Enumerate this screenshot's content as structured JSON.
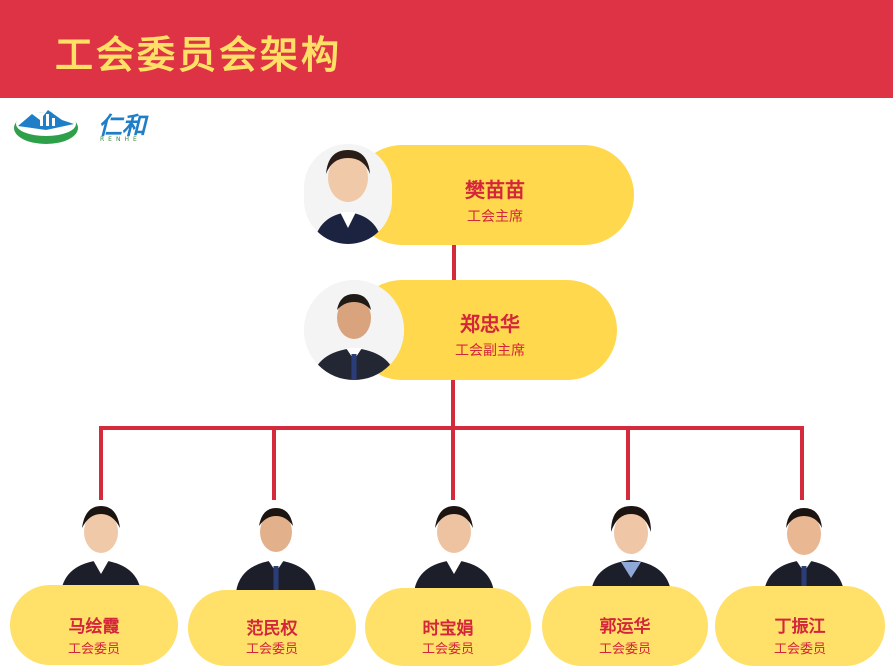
{
  "header": {
    "title": "工会委员会架构"
  },
  "logo": {
    "text": "仁和",
    "sub": "RENHE"
  },
  "chair": {
    "name": "樊苗苗",
    "role": "工会主席"
  },
  "vice_chair": {
    "name": "郑忠华",
    "role": "工会副主席"
  },
  "members": [
    {
      "name": "马绘霞",
      "role": "工会委员"
    },
    {
      "name": "范民权",
      "role": "工会委员"
    },
    {
      "name": "时宝娟",
      "role": "工会委员"
    },
    {
      "name": "郭运华",
      "role": "工会委员"
    },
    {
      "name": "丁振江",
      "role": "工会委员"
    }
  ],
  "colors": {
    "banner": "#dd3345",
    "title": "#ffe066",
    "pill": "#ffd84d",
    "line": "#d32a3c",
    "text": "#d3263b"
  }
}
